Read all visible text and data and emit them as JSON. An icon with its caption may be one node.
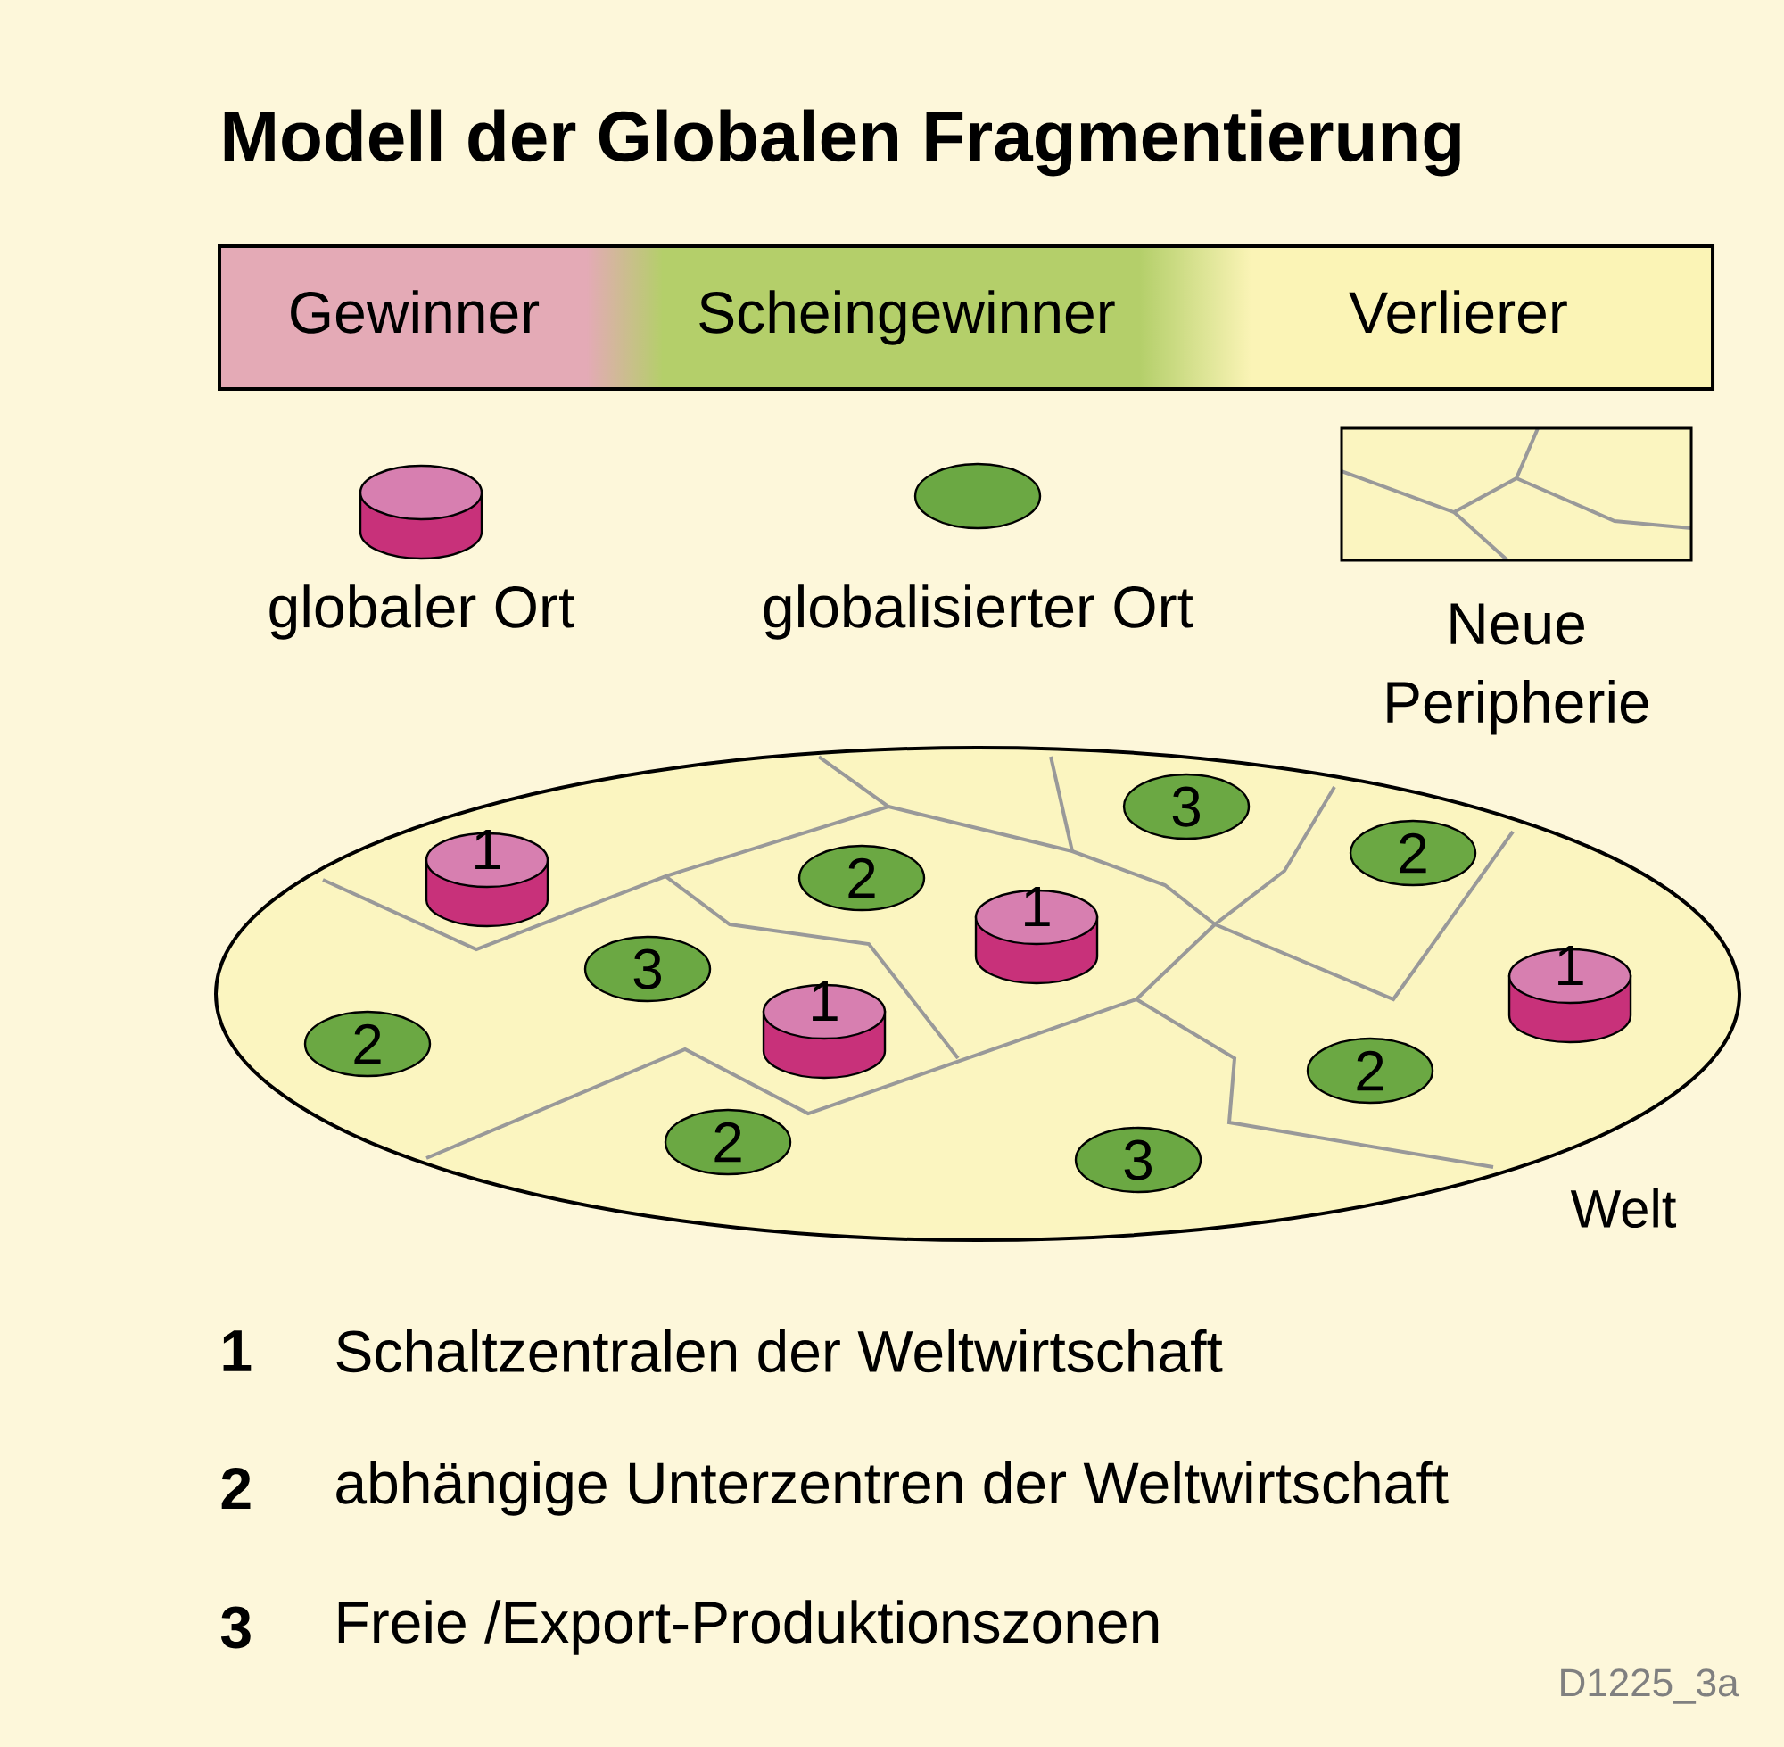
{
  "diagram": {
    "title": "Modell der Globalen Fragmentierung",
    "nodes": [
      {
        "text": [
          "Gewinner",
          "Scheingewinner",
          "Verlierer"
        ]
      },
      {
        "text": [
          "Welt"
        ]
      },
      {
        "text": [
          "1"
        ],
        "in": 1
      },
      {
        "text": [
          "3"
        ],
        "in": 1
      },
      {
        "text": [
          "2"
        ],
        "in": 1
      },
      {
        "text": [
          "2"
        ],
        "in": 1
      },
      {
        "text": [
          "1"
        ],
        "in": 1
      },
      {
        "text": [
          "3"
        ],
        "in": 1
      },
      {
        "text": [
          "1"
        ],
        "in": 1
      },
      {
        "text": [
          "1"
        ],
        "in": 1
      },
      {
        "text": [
          "2"
        ],
        "in": 1
      },
      {
        "text": [
          "2"
        ],
        "in": 1
      },
      {
        "text": [
          "2"
        ],
        "in": 1
      },
      {
        "text": [
          "3"
        ],
        "in": 1
      }
    ],
    "labels": [
      "1",
      "Schaltzentralen der Weltwirtschaft",
      "2",
      "abhängige Unterzentren der Weltwirtschaft",
      "3",
      "Freie /Export-Produktionszonen",
      "D1225_3a"
    ],
    "legend": [
      {
        "text": "globaler Ort"
      },
      {
        "text": "globalisierter Ort"
      },
      {
        "text": "Neue Peripherie"
      }
    ]
  }
}
